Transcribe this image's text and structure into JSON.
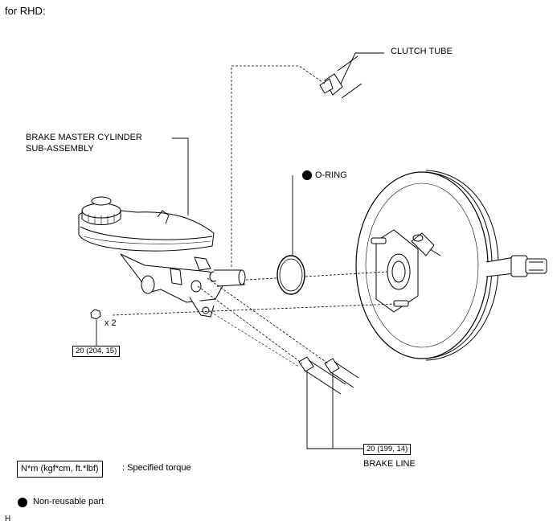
{
  "header": {
    "title": "for RHD:"
  },
  "labels": {
    "clutch_tube": "CLUTCH TUBE",
    "master_cylinder_line1": "BRAKE MASTER CYLINDER",
    "master_cylinder_line2": "SUB-ASSEMBLY",
    "o_ring": "O-RING",
    "nut_qty": "x 2",
    "brake_line": "BRAKE LINE"
  },
  "torque": {
    "nut": "20 (204, 15)",
    "brake_line": "20 (199, 14)"
  },
  "legend": {
    "torque_units": "N*m (kgf*cm, ft.*lbf)",
    "torque_desc": ": Specified torque",
    "non_reusable": "Non-reusable part"
  },
  "footer": {
    "code": "H"
  },
  "icons": {
    "non_reusable_marker": "filled-circle-icon"
  }
}
